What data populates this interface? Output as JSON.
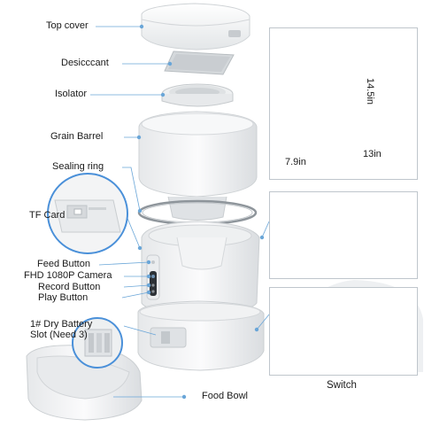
{
  "parts": {
    "top_cover": "Top cover",
    "desiccant": "Desicccant",
    "isolator": "Isolator",
    "grain_barrel": "Grain Barrel",
    "sealing_ring": "Sealing ring",
    "tf_card": "TF Card",
    "feed_button": "Feed Button",
    "camera": "FHD 1080P Camera",
    "record_button": "Record Button",
    "play_button": "Play Button",
    "battery_line1": "1# Dry Battery",
    "battery_line2": "Slot (Need 3)",
    "food_bowl": "Food Bowl"
  },
  "dimensions": {
    "height": "14.5in",
    "width": "7.9in",
    "depth": "13in"
  },
  "switch_label": "Switch",
  "colors": {
    "leader_line": "#6aa6d8",
    "callout_ring": "#4a90d9",
    "panel_border": "#bfc6cc",
    "product_white": "#f4f5f6",
    "product_shade": "#d9dcdf"
  }
}
